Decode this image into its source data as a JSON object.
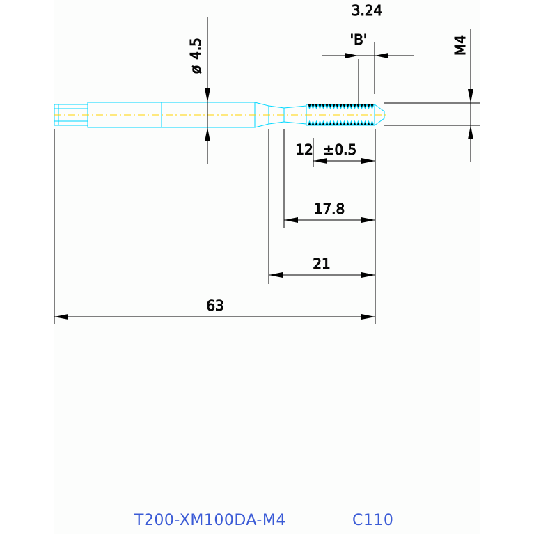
{
  "drawing": {
    "part_number": "T200-XM100DA-M4",
    "code": "C110",
    "view_label": "'B'",
    "colors": {
      "tool_outline": "#00d8ff",
      "centerline": "#ffd400",
      "dimension": "#000000",
      "title": "#3b5bd6"
    }
  },
  "dimensions": {
    "diameter_symbol": "ø",
    "shank_diameter": "4.5",
    "flute_offset": "3.24",
    "thread_size": "M4",
    "thread_length": "12",
    "thread_tolerance": "±0.5",
    "neck_length": "17.8",
    "body_length": "21",
    "overall_length": "63"
  }
}
